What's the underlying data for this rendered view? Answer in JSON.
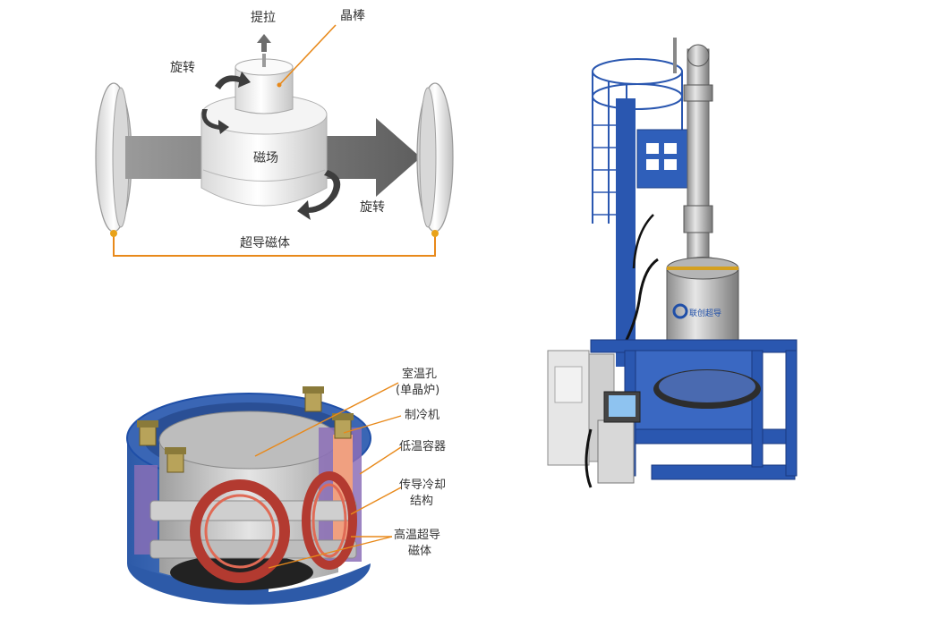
{
  "top_diagram": {
    "labels": {
      "pull": "提拉",
      "crystal_rod": "晶棒",
      "rotation_top": "旋转",
      "magnetic_field": "磁场",
      "rotation_bottom": "旋转",
      "superconducting_magnet": "超导磁体"
    }
  },
  "cutaway_diagram": {
    "labels": {
      "room_temp_bore_line1": "室温孔",
      "room_temp_bore_line2": "(单晶炉)",
      "cryocooler": "制冷机",
      "cryostat": "低温容器",
      "conduction_cooling_line1": "传导冷却",
      "conduction_cooling_line2": "结构",
      "hts_magnet_line1": "高温超导",
      "hts_magnet_line2": "磁体"
    }
  },
  "machine_photo": {
    "logo_text": "联创超导"
  },
  "colors": {
    "leader_line": "#e8891a",
    "blue_frame": "#1f4fa8",
    "hts_coil": "#c0392b",
    "arrow_gray": "#8a8a8a"
  }
}
